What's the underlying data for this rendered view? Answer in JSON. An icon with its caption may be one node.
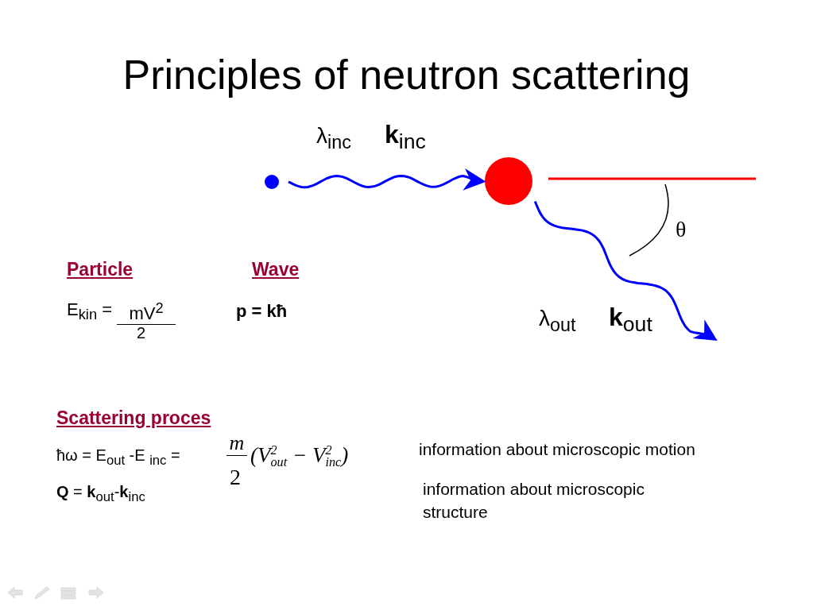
{
  "diagram": {
    "title": "Principles of neutron scattering",
    "nodes": [
      {
        "text": [],
        "shape": "circle"
      },
      {
        "text": [],
        "shape": "circle"
      }
    ],
    "edges": [
      {
        "from": 0,
        "to": 1,
        "arrow": "to"
      },
      {
        "from": 1,
        "to": null,
        "arrow": "to"
      }
    ],
    "labels": [
      "λ$_{inc}$",
      "**k**$_{inc}$",
      "θ",
      "λ$_{out}$",
      "**k**$_{out}$",
      "Particle",
      "Wave",
      "E$_{kin}$ =",
      "mV$^{2}$",
      "2",
      "p = kħ",
      "Scattering proces",
      "ħω = E$_{out}$ -E $_{inc}$ =",
      "m",
      "2",
      "(V$^{2}$$_{out}$ − V$^{2}$$_{inc}$)",
      "information about microscopic motion",
      "**Q** = **k**$_{out}$-**k**$_{inc}$",
      "information about microscopic structure"
    ]
  }
}
